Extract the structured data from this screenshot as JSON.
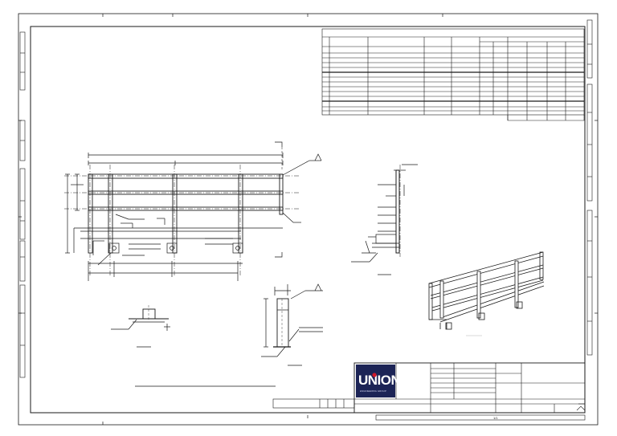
{
  "title_block": {
    "company": {
      "logo_text": "UNION",
      "logo_subtext": "ENGINEERING GROUP",
      "logo_bg": "#1c2456",
      "logo_mark_color": "#d0182a"
    },
    "sheet_number": "1/1"
  },
  "views": [
    {
      "name": "front-elevation"
    },
    {
      "name": "side-section"
    },
    {
      "name": "post-detail"
    },
    {
      "name": "base-plate-detail"
    },
    {
      "name": "isometric-view"
    }
  ],
  "line_color": "#1a1a1a"
}
